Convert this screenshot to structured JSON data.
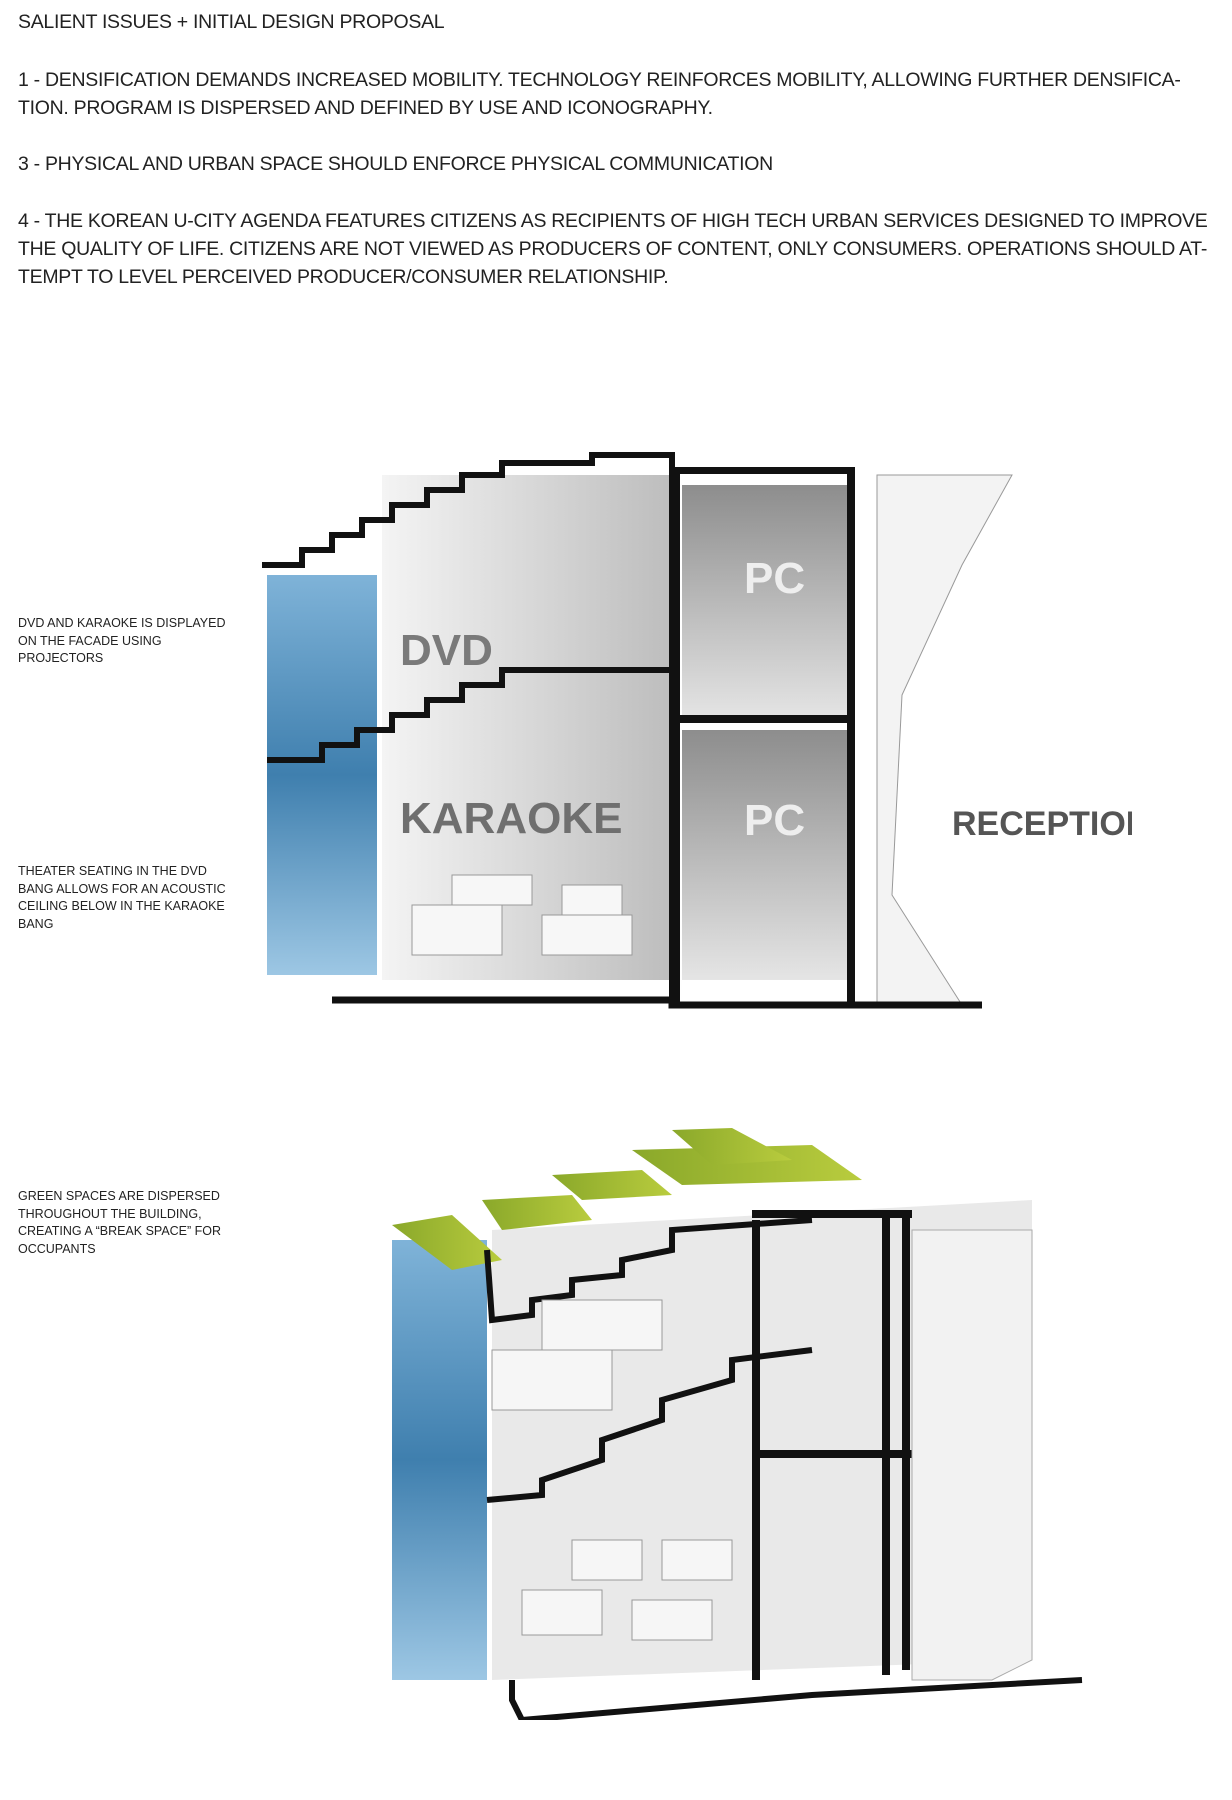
{
  "header": {
    "title": "SALIENT ISSUES + INITIAL DESIGN PROPOSAL",
    "issues": [
      "1 - DENSIFICATION DEMANDS INCREASED MOBILITY. TECHNOLOGY REINFORCES MOBILITY, ALLOWING FURTHER DENSIFICA-TION. PROGRAM IS DISPERSED AND DEFINED BY USE AND ICONOGRAPHY.",
      "3 - PHYSICAL AND URBAN SPACE SHOULD ENFORCE PHYSICAL COMMUNICATION",
      "4 - THE KOREAN U-CITY AGENDA FEATURES CITIZENS AS RECIPIENTS OF HIGH TECH URBAN SERVICES DESIGNED TO IMPROVE THE QUALITY OF LIFE. CITIZENS ARE NOT VIEWED AS PRODUCERS OF CONTENT, ONLY CONSUMERS. OPERATIONS SHOULD AT-TEMPT TO LEVEL PERCEIVED PRODUCER/CONSUMER RELATIONSHIP."
    ]
  },
  "notes": {
    "facade": "DVD AND KARAOKE IS DISPLAYED ON THE FACADE USING PROJECTORS",
    "theater": "THEATER SEATING IN THE DVD BANG ALLOWS FOR AN ACOUSTIC CEILING BELOW IN THE KARAOKE BANG",
    "green": "GREEN SPACES ARE DISPERSED THROUGHOUT THE BUILDING, CREATING A “BREAK SPACE” FOR OCCUPANTS"
  },
  "section": {
    "dvd": "DVD",
    "karaoke": "KARAOKE",
    "pc_upper": "PC",
    "pc_lower": "PC",
    "reception": "RECEPTION"
  }
}
